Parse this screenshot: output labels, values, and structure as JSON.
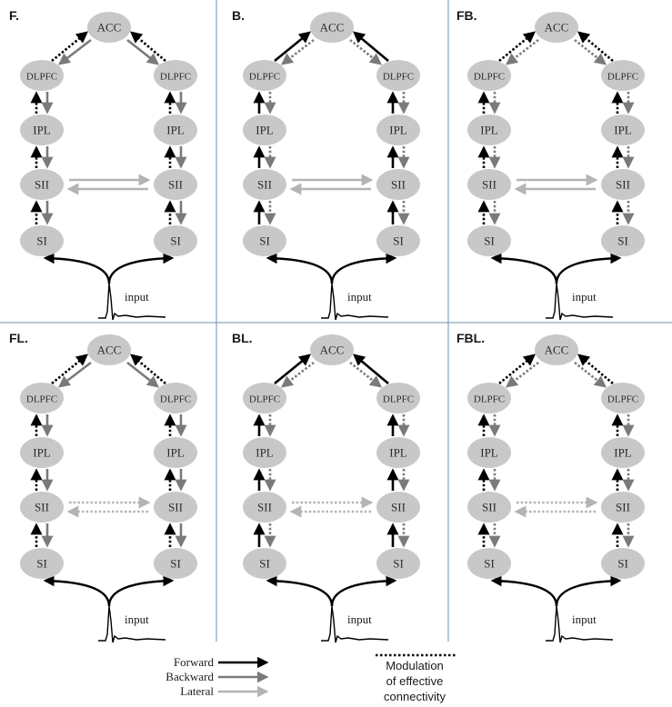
{
  "colors": {
    "node_fill": "#c8c8c8",
    "forward": "#000000",
    "backward": "#7a7a7a",
    "lateral": "#b4b4b4",
    "divider": "#6f8fae"
  },
  "nodes": {
    "acc": "ACC",
    "dlpfc": "DLPFC",
    "ipl": "IPL",
    "sii": "SII",
    "si": "SI"
  },
  "input_label": "input",
  "panels": [
    {
      "id": "F",
      "label": "F.",
      "forward": "modulated",
      "backward": "fixed",
      "lateral": "fixed"
    },
    {
      "id": "B",
      "label": "B.",
      "forward": "fixed",
      "backward": "modulated",
      "lateral": "fixed"
    },
    {
      "id": "FB",
      "label": "FB.",
      "forward": "modulated",
      "backward": "modulated",
      "lateral": "fixed"
    },
    {
      "id": "FL",
      "label": "FL.",
      "forward": "modulated",
      "backward": "fixed",
      "lateral": "modulated"
    },
    {
      "id": "BL",
      "label": "BL.",
      "forward": "fixed",
      "backward": "modulated",
      "lateral": "modulated"
    },
    {
      "id": "FBL",
      "label": "FBL.",
      "forward": "modulated",
      "backward": "modulated",
      "lateral": "modulated"
    }
  ],
  "legend": {
    "forward": "Forward",
    "backward": "Backward",
    "lateral": "Lateral",
    "modulation_line1": "Modulation",
    "modulation_line2": "of effective",
    "modulation_line3": "connectivity"
  }
}
